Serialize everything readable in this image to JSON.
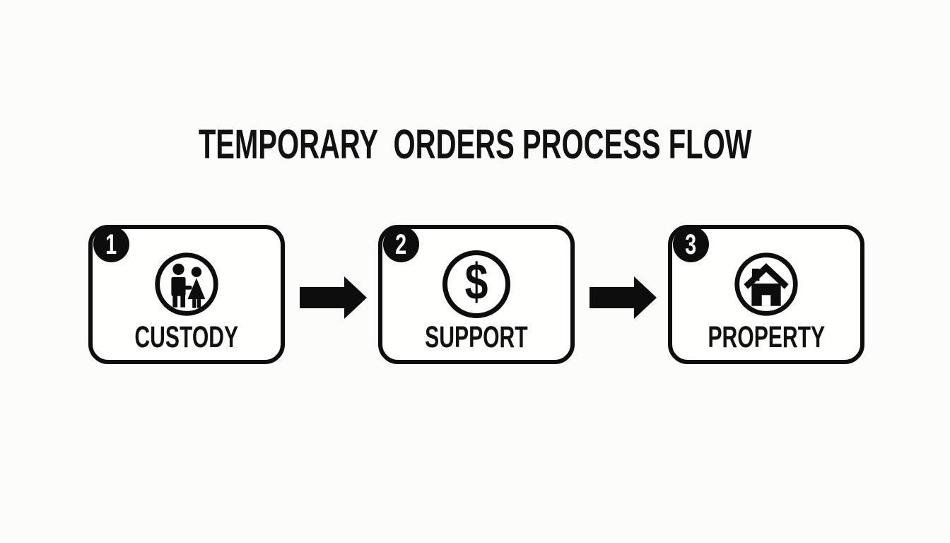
{
  "title": "TEMPORARY  ORDERS PROCESS FLOW",
  "colors": {
    "ink": "#0d0d0d",
    "background": "#fcfcfa",
    "card_fill": "#fefefd",
    "badge_text": "#ffffff"
  },
  "steps": [
    {
      "number": "1",
      "label": "CUSTODY",
      "icon": "family-icon"
    },
    {
      "number": "2",
      "label": "SUPPORT",
      "icon": "dollar-circle-icon",
      "glyph": "$"
    },
    {
      "number": "3",
      "label": "PROPERTY",
      "icon": "home-icon"
    }
  ],
  "connectors": [
    {
      "symbol": "arrow-right"
    },
    {
      "symbol": "arrow-right"
    }
  ]
}
